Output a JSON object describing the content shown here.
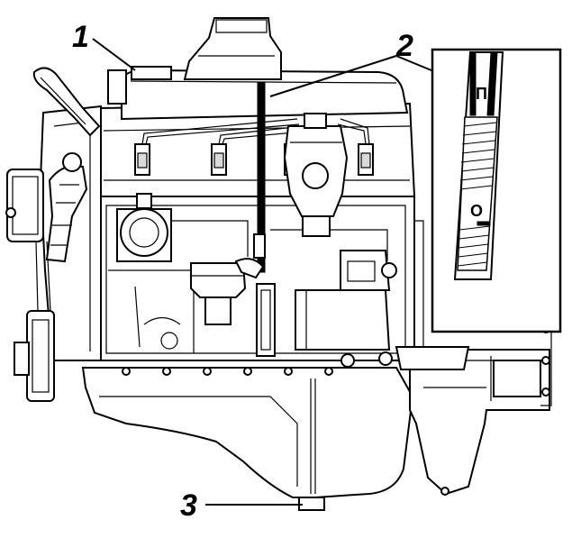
{
  "callouts": {
    "one": "1",
    "two": "2",
    "three": "3"
  },
  "inset": {
    "mark_upper": "П",
    "mark_lower": "О"
  },
  "colors": {
    "ink": "#000000",
    "paper": "#ffffff"
  }
}
